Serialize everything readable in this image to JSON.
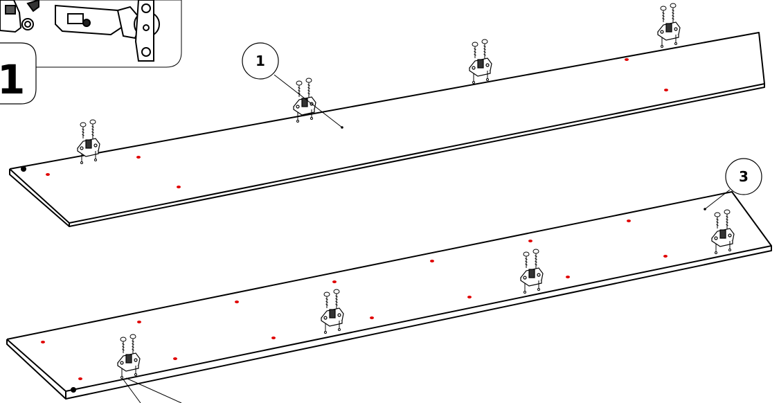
{
  "step": {
    "number": "1"
  },
  "parts": [
    {
      "id": "panel-1",
      "label": "1"
    },
    {
      "id": "panel-3",
      "label": "3"
    }
  ],
  "hardware": {
    "type": "hinge-mounting-plate",
    "screws_per_plate": 2
  },
  "colors": {
    "line": "#000000",
    "drill_marks": "#e00000",
    "background": "#ffffff"
  }
}
